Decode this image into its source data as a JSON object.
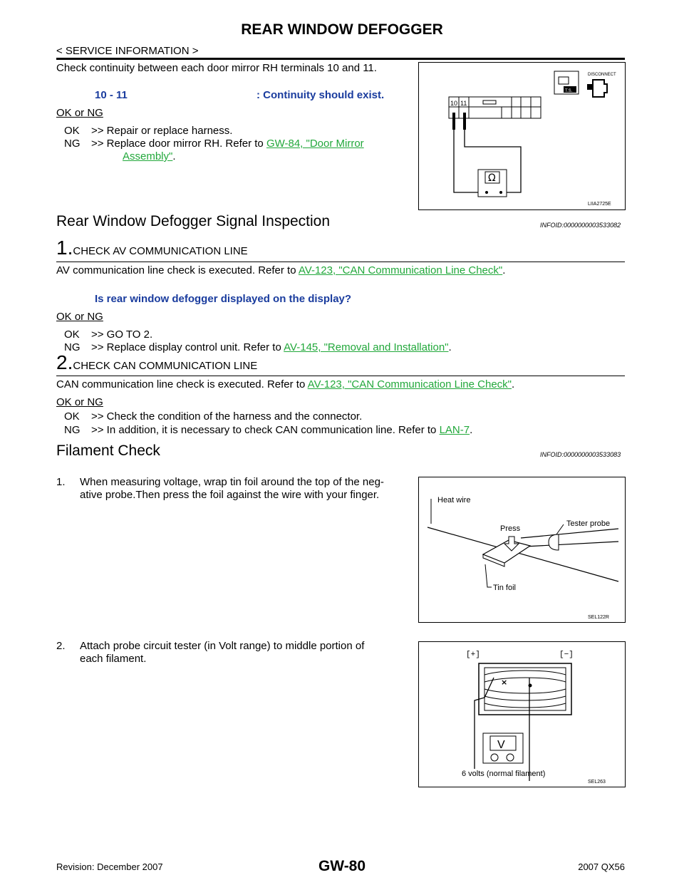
{
  "header": {
    "title": "REAR WINDOW DEFOGGER",
    "breadcrumb": "< SERVICE INFORMATION >"
  },
  "intro": {
    "text": "Check continuity between each door mirror RH terminals 10 and 11.",
    "terminals": "10 - 11",
    "spec": ": Continuity should exist.",
    "ok_or_ng": "OK or NG",
    "ok": {
      "key": "OK",
      "text": ">> Repair or replace harness."
    },
    "ng": {
      "key": "NG",
      "text": ">> Replace door mirror RH. Refer to ",
      "link1": "GW-84, \"Door Mirror",
      "link2": "Assembly\"",
      "end": "."
    }
  },
  "fig1": {
    "code": "LIIA2725E",
    "t10": "10",
    "t11": "11",
    "ohm": "Ω",
    "disconnect": "DISCONNECT",
    "ts": "T.S."
  },
  "section1": {
    "title": "Rear Window Defogger Signal Inspection",
    "infoid": "INFOID:0000000003533082",
    "step1": {
      "num": "1.",
      "title": "CHECK AV COMMUNICATION LINE",
      "text": "AV communication line check is executed.  Refer to ",
      "link": "AV-123, \"CAN Communication Line Check\"",
      "end": ".",
      "question": "Is rear window defogger displayed on the display?",
      "ok_or_ng": "OK or NG",
      "ok": {
        "key": "OK",
        "text": ">> GO TO 2."
      },
      "ng": {
        "key": "NG",
        "text": ">> Replace display control unit. Refer to ",
        "link": "AV-145, \"Removal and Installation\"",
        "end": "."
      }
    },
    "step2": {
      "num": "2.",
      "title": "CHECK CAN COMMUNICATION LINE",
      "text": "CAN communication line check is executed. Refer to ",
      "link": "AV-123, \"CAN Communication Line Check\"",
      "end": ".",
      "ok_or_ng": "OK or NG",
      "ok": {
        "key": "OK",
        "text": ">> Check the condition of the harness and the connector."
      },
      "ng": {
        "key": "NG",
        "text": ">> In addition, it is necessary to check CAN communication line. Refer to ",
        "link": "LAN-7",
        "end": "."
      }
    }
  },
  "section2": {
    "title": "Filament Check",
    "infoid": "INFOID:0000000003533083",
    "item1": {
      "num": "1.",
      "line1": "When measuring voltage, wrap tin foil around the top of the neg-",
      "line2": "ative probe.Then press the foil against the wire with your finger."
    },
    "item2": {
      "num": "2.",
      "line1": "Attach probe circuit tester (in Volt range) to middle portion of",
      "line2": "each filament."
    }
  },
  "fig2": {
    "code": "SEL122R",
    "heat_wire": "Heat wire",
    "press": "Press",
    "tester_probe": "Tester probe",
    "tin_foil": "Tin foil"
  },
  "fig3": {
    "code": "SEL263",
    "plus": "[+]",
    "minus": "[−]",
    "v": "V",
    "caption": "6 volts (normal filament)"
  },
  "footer": {
    "revision": "Revision: December 2007",
    "page": "GW-80",
    "model": "2007 QX56"
  }
}
